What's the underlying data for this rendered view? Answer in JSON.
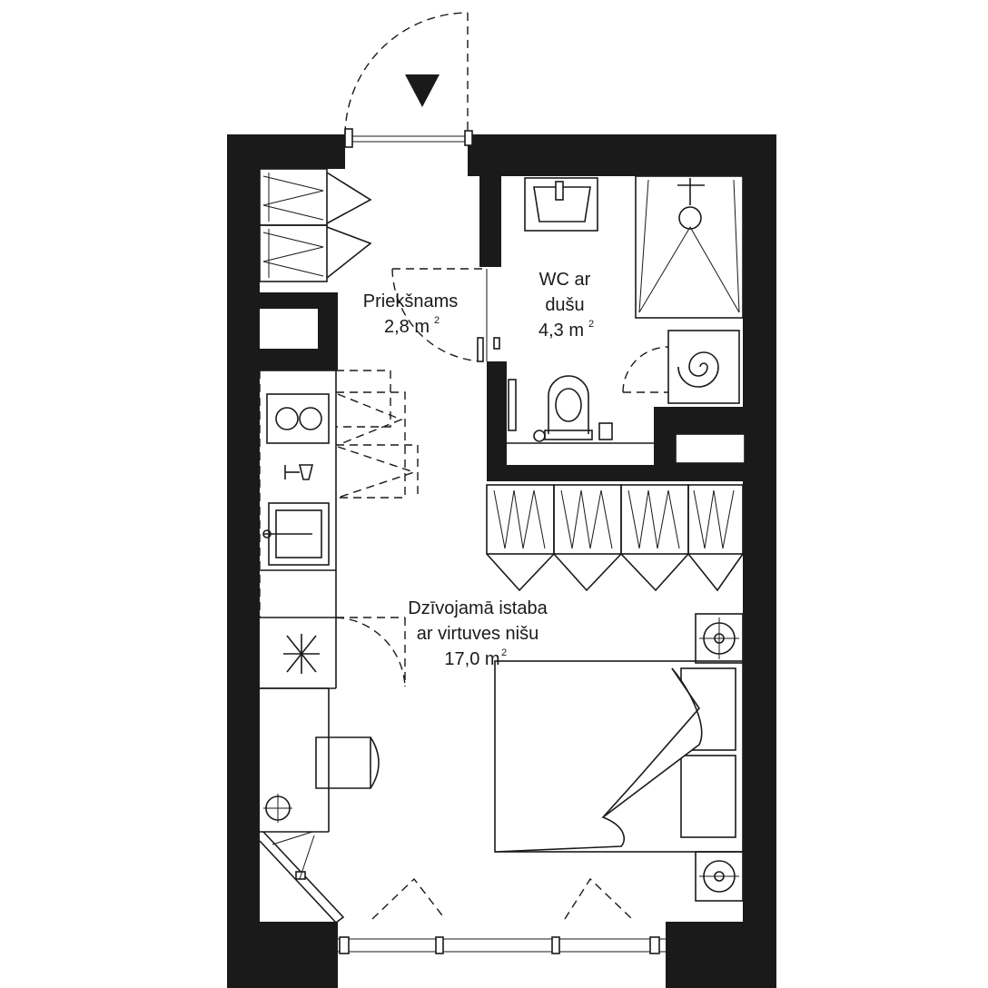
{
  "rooms": {
    "hall": {
      "name": "Priekšnams",
      "area": "2,8 m",
      "unit_sup": "2"
    },
    "wc": {
      "name_line1": "WC ar",
      "name_line2": "dušu",
      "area": "4,3 m",
      "unit_sup": "2"
    },
    "living": {
      "name_line1": "Dzīvojamā istaba",
      "name_line2": "ar virtuves nišu",
      "area": "17,0 m",
      "unit_sup": "2"
    }
  },
  "entrance": {
    "marker_icon": "entrance-arrow-icon"
  }
}
